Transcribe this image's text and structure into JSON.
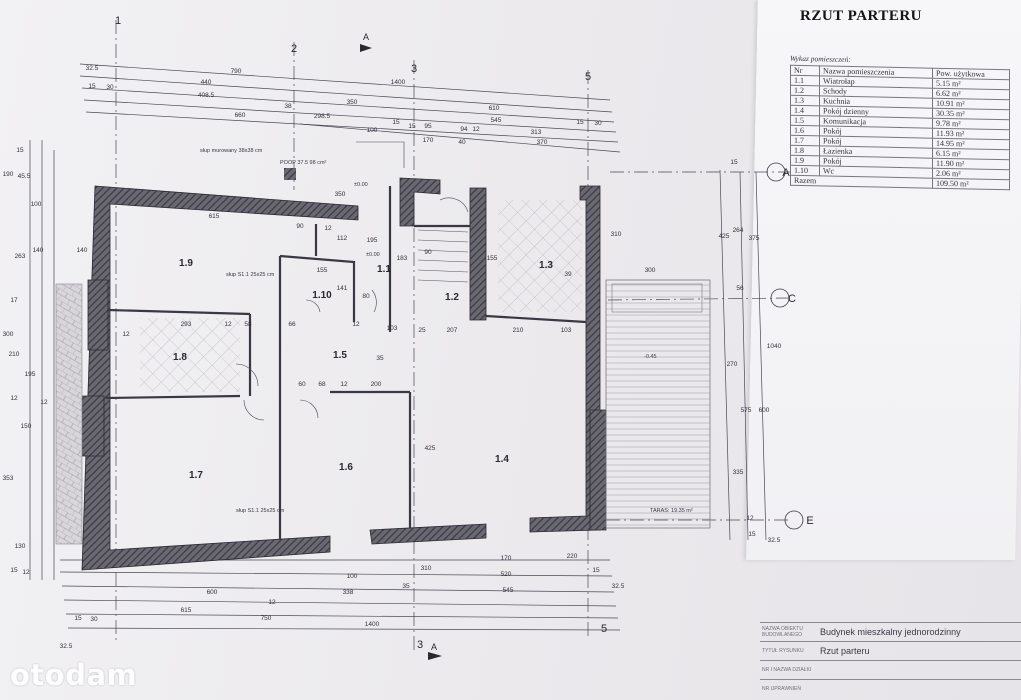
{
  "sheet_title": "RZUT PARTERU",
  "rooms_table": {
    "caption": "Wykaz pomieszczeń:",
    "headers": [
      "Nr",
      "Nazwa pomieszczenia",
      "Pow. użytkowa"
    ],
    "rows": [
      [
        "1.1",
        "Wiatrołap",
        "5.15 m²"
      ],
      [
        "1.2",
        "Schody",
        "6.62 m²"
      ],
      [
        "1.3",
        "Kuchnia",
        "10.91 m²"
      ],
      [
        "1.4",
        "Pokój dzienny",
        "30.35 m²"
      ],
      [
        "1.5",
        "Komunikacja",
        "9.78 m²"
      ],
      [
        "1.6",
        "Pokój",
        "11.93 m²"
      ],
      [
        "1.7",
        "Pokój",
        "14.95 m²"
      ],
      [
        "1.8",
        "Łazienka",
        "6.15 m²"
      ],
      [
        "1.9",
        "Pokój",
        "11.90 m²"
      ],
      [
        "1.10",
        "Wc",
        "2.06 m²"
      ]
    ],
    "total_label": "Razem",
    "total_value": "109.50 m²"
  },
  "room_labels": [
    "1.9",
    "1.10",
    "1.1",
    "1.2",
    "1.3",
    "1.8",
    "1.5",
    "1.7",
    "1.6",
    "1.4"
  ],
  "grid_axes_top": [
    "1",
    "2",
    "3",
    "5"
  ],
  "grid_axes_bottom": [
    "3",
    "5"
  ],
  "grid_axes_right": [
    "A",
    "C",
    "E"
  ],
  "section_marks": [
    "A",
    "A"
  ],
  "dims_top": [
    "32.5",
    "790",
    "1400",
    "440",
    "15",
    "30",
    "408.5",
    "350",
    "610",
    "38",
    "298.5",
    "545",
    "660",
    "100",
    "15",
    "95",
    "94",
    "12",
    "313",
    "15",
    "170",
    "40",
    "15",
    "30",
    "370",
    "350"
  ],
  "dims_bottom": [
    "170",
    "220",
    "100",
    "310",
    "15",
    "600",
    "520",
    "12",
    "338",
    "35",
    "32.5",
    "615",
    "750",
    "545",
    "15",
    "30",
    "1400",
    "32.5"
  ],
  "dims_interior": [
    "615",
    "90",
    "12",
    "112",
    "155",
    "195",
    "183",
    "90",
    "155",
    "141",
    "293",
    "12",
    "58",
    "66",
    "12",
    "80",
    "103",
    "25",
    "207",
    "210",
    "103",
    "68",
    "12",
    "200",
    "35",
    "425",
    "39",
    "300",
    "12",
    "60"
  ],
  "dims_left": [
    "190",
    "15",
    "45.5",
    "100",
    "140",
    "263",
    "140",
    "17",
    "300",
    "210",
    "12",
    "195",
    "150",
    "12",
    "353",
    "130",
    "15",
    "12"
  ],
  "dims_right": [
    "15",
    "425",
    "264",
    "375",
    "310",
    "56",
    "600",
    "270",
    "1040",
    "575",
    "335",
    "15",
    "32.5",
    "12"
  ],
  "plan_notes": {
    "chimney": "słup murowany 38x38 cm",
    "chimney2": "POOP 37.5 98 cm²",
    "column_a": "słup S1.1 25x25 cm",
    "column_b": "słup S1.1 25x25 cm",
    "terrace_area": "TARAS: 19.35 m²",
    "level_marks": [
      "±0.00",
      "-0.45",
      "±0.00"
    ]
  },
  "title_block": {
    "rows": [
      {
        "label": "NAZWA OBIEKTU BUDOWLANEGO",
        "value": "Budynek mieszkalny jednorodzinny"
      },
      {
        "label": "TYTUŁ RYSUNKU",
        "value": "Rzut parteru"
      },
      {
        "label": "NR I NAZWA DZIAŁKI",
        "value": ""
      },
      {
        "label": "NR UPRAWNIEŃ",
        "value": ""
      }
    ]
  },
  "watermark": "otodam"
}
